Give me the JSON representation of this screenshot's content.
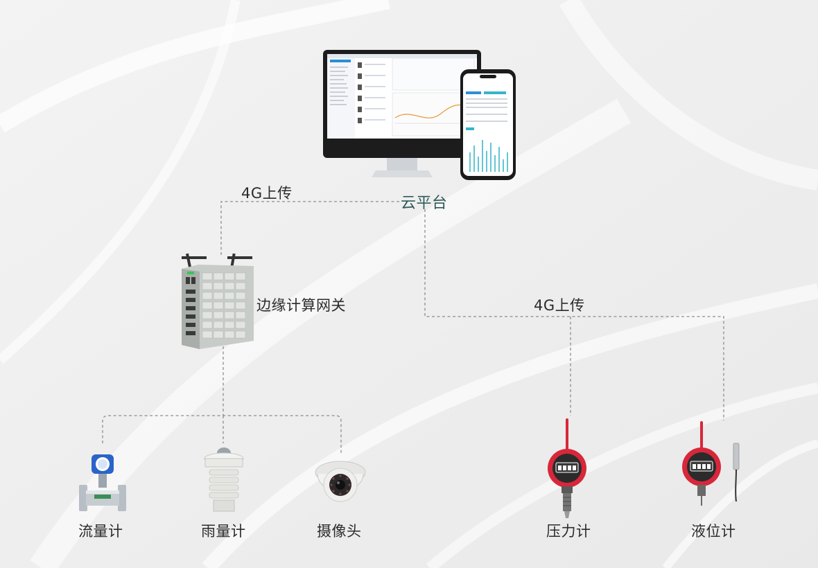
{
  "cloud": {
    "label": "云平台"
  },
  "links": {
    "left_upload": "4G上传",
    "right_upload": "4G上传"
  },
  "gateway": {
    "label": "边缘计算网关"
  },
  "devices": [
    {
      "label": "流量计",
      "icon": "flowmeter-icon"
    },
    {
      "label": "雨量计",
      "icon": "rain-gauge-icon"
    },
    {
      "label": "摄像头",
      "icon": "camera-icon"
    },
    {
      "label": "压力计",
      "icon": "pressure-gauge-icon"
    },
    {
      "label": "液位计",
      "icon": "level-gauge-icon"
    }
  ],
  "colors": {
    "cloud_label": "#2f5a57",
    "link_line": "#8c8c8c",
    "device_red": "#d8273a",
    "screen_accent": "#2b8fd6"
  }
}
